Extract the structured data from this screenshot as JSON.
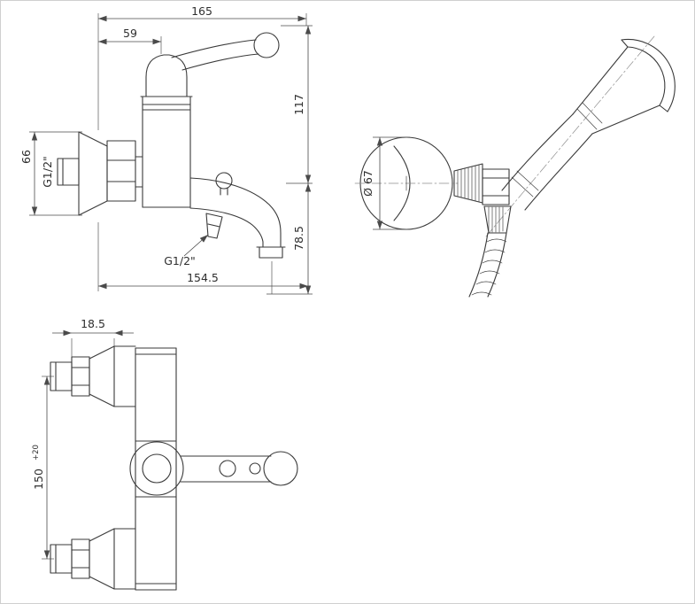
{
  "drawing": {
    "side_view": {
      "dim_overall_width": "165",
      "dim_handle_offset": "59",
      "dim_height_upper": "117",
      "dim_union_height": "66",
      "label_wall_thread": "G1/2\"",
      "dim_height_lower": "78.5",
      "label_outlet_thread": "G1/2\"",
      "dim_spout_reach": "154.5"
    },
    "hand_shower_view": {
      "dim_bracket_diameter": "Ø 67"
    },
    "front_view": {
      "dim_union_depth": "18.5",
      "dim_inlet_spacing": "150",
      "dim_inlet_spacing_tol": "+20"
    }
  }
}
